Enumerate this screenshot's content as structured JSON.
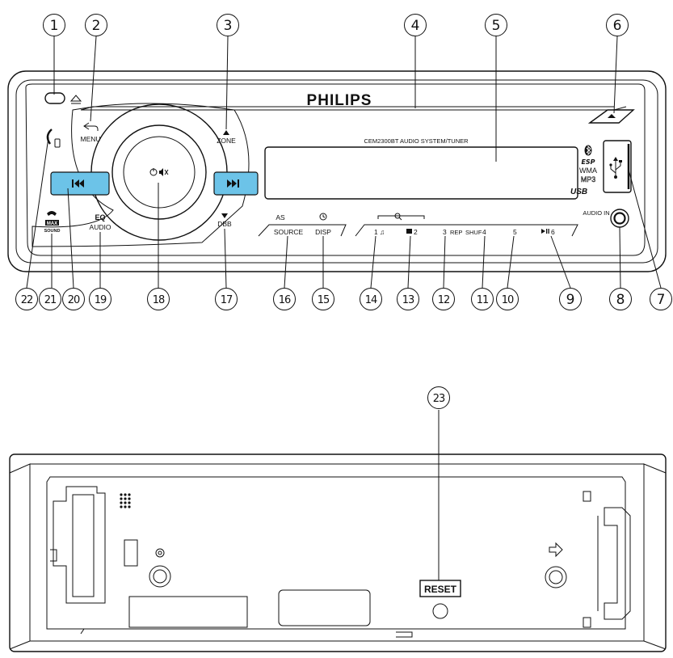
{
  "brand": "PHILIPS",
  "model_text": "CEM2300BT AUDIO SYSTEM/TUNER",
  "callouts": [
    "1",
    "2",
    "3",
    "4",
    "5",
    "6",
    "7",
    "8",
    "9",
    "10",
    "11",
    "12",
    "13",
    "14",
    "15",
    "16",
    "17",
    "18",
    "19",
    "20",
    "21",
    "22",
    "23"
  ],
  "labels": {
    "menu": "MENU",
    "zone": "ZONE",
    "dbb": "DBB",
    "eq": "EQ",
    "audio": "AUDIO",
    "as": "AS",
    "source": "SOURCE",
    "disp": "DISP",
    "preset1": "1",
    "preset2": "2",
    "preset3": "3",
    "rep": "REP",
    "shuf": "SHUF",
    "preset4": "4",
    "preset5": "5",
    "preset6": "6",
    "audio_in": "AUDIO IN",
    "esp": "ESP",
    "wma": "WMA",
    "mp3": "MP3",
    "usb": "USB",
    "max": "MAX",
    "sound": "SOUND",
    "reset": "RESET"
  },
  "colors": {
    "skip_button": "#6cc3e8",
    "outline": "#111111"
  },
  "icons": [
    "eject-icon",
    "back-arrow-icon",
    "prev-track-icon",
    "next-track-icon",
    "power-mute-icon",
    "phone-icon",
    "hangup-icon",
    "bluetooth-icon",
    "usb-icon",
    "music-note-icon",
    "folder-icon",
    "play-pause-icon",
    "clock-icon",
    "search-icon",
    "arrow-right-icon"
  ]
}
